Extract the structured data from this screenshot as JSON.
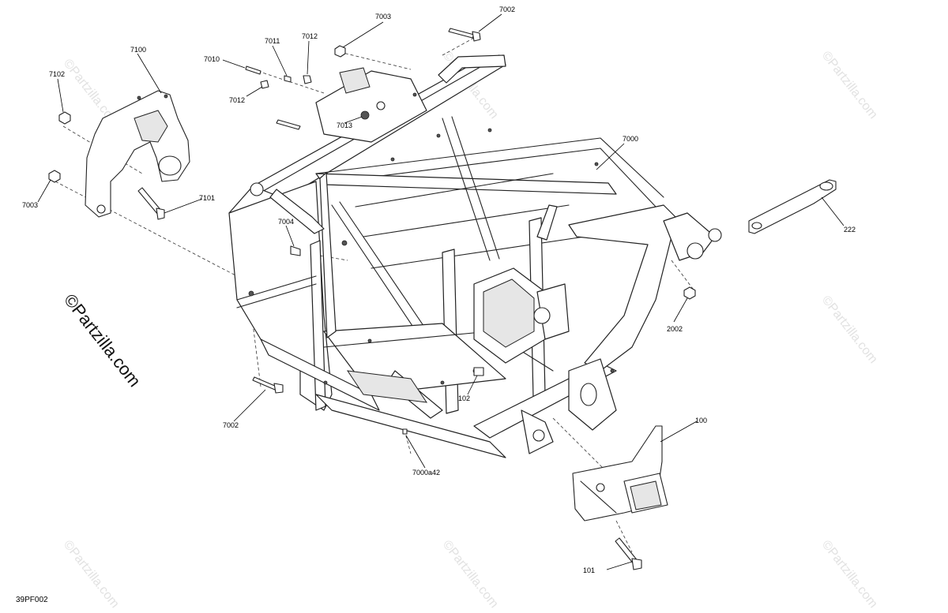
{
  "diagram_id": "39PF002",
  "watermark": {
    "text": "©Partzilla.com"
  },
  "callouts": {
    "c7003_top": "7003",
    "c7002_top": "7002",
    "c7011": "7011",
    "c7012_top": "7012",
    "c7010": "7010",
    "c7012_bot": "7012",
    "c7013": "7013",
    "c7100": "7100",
    "c7102": "7102",
    "c7003_left": "7003",
    "c7101": "7101",
    "c7000": "7000",
    "c7004": "7004",
    "c222": "222",
    "c2002": "2002",
    "c102": "102",
    "c7002_bot": "7002",
    "c7000a42": "7000a42",
    "c100": "100",
    "c101": "101"
  }
}
